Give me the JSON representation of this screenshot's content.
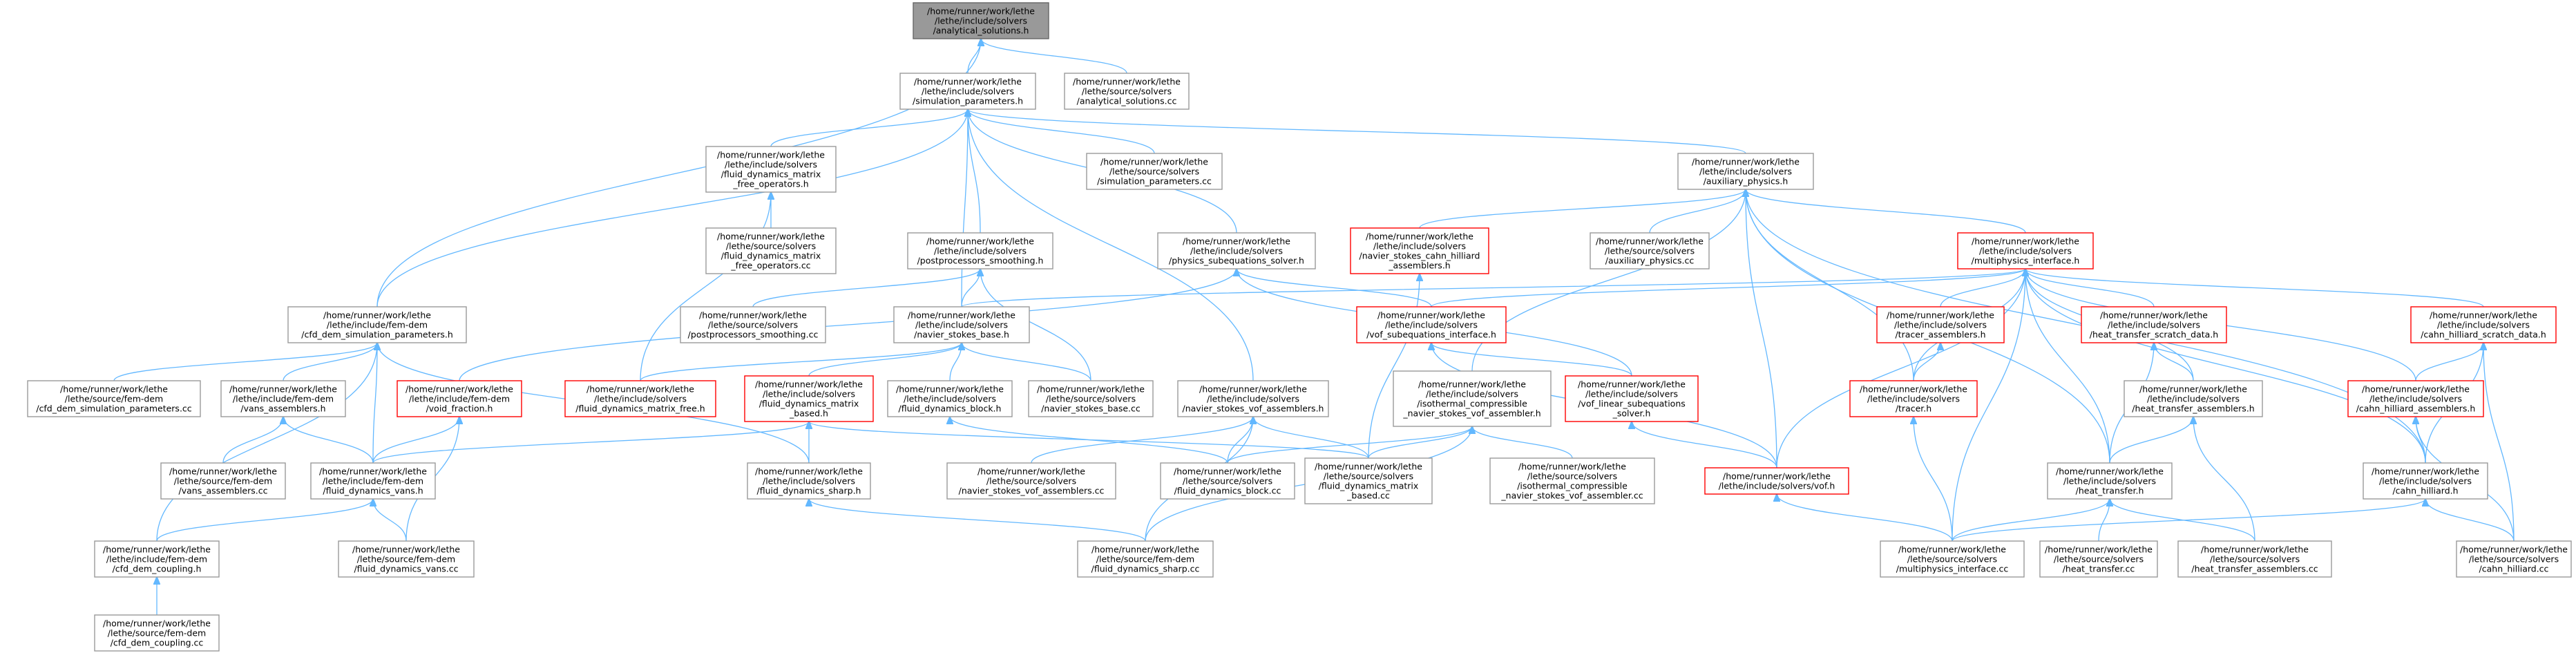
{
  "nodes": {
    "analytical_solutions_h": {
      "lines": [
        "/home/runner/work/lethe",
        "/lethe/include/solvers",
        "/analytical_solutions.h"
      ],
      "style": "root"
    },
    "simulation_parameters_h": {
      "lines": [
        "/home/runner/work/lethe",
        "/lethe/include/solvers",
        "/simulation_parameters.h"
      ],
      "style": "normal"
    },
    "analytical_solutions_cc": {
      "lines": [
        "/home/runner/work/lethe",
        "/lethe/source/solvers",
        "/analytical_solutions.cc"
      ],
      "style": "normal"
    },
    "fluid_dynamics_matrix_free_operators_h": {
      "lines": [
        "/home/runner/work/lethe",
        "/lethe/include/solvers",
        "/fluid_dynamics_matrix",
        "_free_operators.h"
      ],
      "style": "normal"
    },
    "simulation_parameters_cc": {
      "lines": [
        "/home/runner/work/lethe",
        "/lethe/source/solvers",
        "/simulation_parameters.cc"
      ],
      "style": "normal"
    },
    "auxiliary_physics_h": {
      "lines": [
        "/home/runner/work/lethe",
        "/lethe/include/solvers",
        "/auxiliary_physics.h"
      ],
      "style": "normal"
    },
    "fluid_dynamics_matrix_free_operators_cc": {
      "lines": [
        "/home/runner/work/lethe",
        "/lethe/source/solvers",
        "/fluid_dynamics_matrix",
        "_free_operators.cc"
      ],
      "style": "normal"
    },
    "postprocessors_smoothing_h": {
      "lines": [
        "/home/runner/work/lethe",
        "/lethe/include/solvers",
        "/postprocessors_smoothing.h"
      ],
      "style": "normal"
    },
    "physics_subequations_solver_h": {
      "lines": [
        "/home/runner/work/lethe",
        "/lethe/include/solvers",
        "/physics_subequations_solver.h"
      ],
      "style": "normal"
    },
    "navier_stokes_cahn_hilliard_assemblers_h": {
      "lines": [
        "/home/runner/work/lethe",
        "/lethe/include/solvers",
        "/navier_stokes_cahn_hilliard",
        "_assemblers.h"
      ],
      "style": "red"
    },
    "auxiliary_physics_cc": {
      "lines": [
        "/home/runner/work/lethe",
        "/lethe/source/solvers",
        "/auxiliary_physics.cc"
      ],
      "style": "normal"
    },
    "multiphysics_interface_h": {
      "lines": [
        "/home/runner/work/lethe",
        "/lethe/include/solvers",
        "/multiphysics_interface.h"
      ],
      "style": "red"
    },
    "cfd_dem_simulation_parameters_h": {
      "lines": [
        "/home/runner/work/lethe",
        "/lethe/include/fem-dem",
        "/cfd_dem_simulation_parameters.h"
      ],
      "style": "normal"
    },
    "postprocessors_smoothing_cc": {
      "lines": [
        "/home/runner/work/lethe",
        "/lethe/source/solvers",
        "/postprocessors_smoothing.cc"
      ],
      "style": "normal"
    },
    "navier_stokes_base_h": {
      "lines": [
        "/home/runner/work/lethe",
        "/lethe/include/solvers",
        "/navier_stokes_base.h"
      ],
      "style": "normal"
    },
    "vof_subequations_interface_h": {
      "lines": [
        "/home/runner/work/lethe",
        "/lethe/include/solvers",
        "/vof_subequations_interface.h"
      ],
      "style": "red"
    },
    "tracer_assemblers_h": {
      "lines": [
        "/home/runner/work/lethe",
        "/lethe/include/solvers",
        "/tracer_assemblers.h"
      ],
      "style": "red"
    },
    "heat_transfer_scratch_data_h": {
      "lines": [
        "/home/runner/work/lethe",
        "/lethe/include/solvers",
        "/heat_transfer_scratch_data.h"
      ],
      "style": "red"
    },
    "cahn_hilliard_scratch_data_h": {
      "lines": [
        "/home/runner/work/lethe",
        "/lethe/include/solvers",
        "/cahn_hilliard_scratch_data.h"
      ],
      "style": "red"
    },
    "cfd_dem_simulation_parameters_cc": {
      "lines": [
        "/home/runner/work/lethe",
        "/lethe/source/fem-dem",
        "/cfd_dem_simulation_parameters.cc"
      ],
      "style": "normal"
    },
    "vans_assemblers_h": {
      "lines": [
        "/home/runner/work/lethe",
        "/lethe/include/fem-dem",
        "/vans_assemblers.h"
      ],
      "style": "normal"
    },
    "void_fraction_h": {
      "lines": [
        "/home/runner/work/lethe",
        "/lethe/include/fem-dem",
        "/void_fraction.h"
      ],
      "style": "red"
    },
    "fluid_dynamics_matrix_free_h": {
      "lines": [
        "/home/runner/work/lethe",
        "/lethe/include/solvers",
        "/fluid_dynamics_matrix_free.h"
      ],
      "style": "red"
    },
    "fluid_dynamics_matrix_based_h": {
      "lines": [
        "/home/runner/work/lethe",
        "/lethe/include/solvers",
        "/fluid_dynamics_matrix",
        "_based.h"
      ],
      "style": "red"
    },
    "fluid_dynamics_block_h": {
      "lines": [
        "/home/runner/work/lethe",
        "/lethe/include/solvers",
        "/fluid_dynamics_block.h"
      ],
      "style": "normal"
    },
    "navier_stokes_base_cc": {
      "lines": [
        "/home/runner/work/lethe",
        "/lethe/source/solvers",
        "/navier_stokes_base.cc"
      ],
      "style": "normal"
    },
    "navier_stokes_vof_assemblers_h": {
      "lines": [
        "/home/runner/work/lethe",
        "/lethe/include/solvers",
        "/navier_stokes_vof_assemblers.h"
      ],
      "style": "normal"
    },
    "isothermal_compressible_navier_stokes_vof_assembler_h": {
      "lines": [
        "/home/runner/work/lethe",
        "/lethe/include/solvers",
        "/isothermal_compressible",
        "_navier_stokes_vof_assembler.h"
      ],
      "style": "normal"
    },
    "vof_linear_subequations_solver_h": {
      "lines": [
        "/home/runner/work/lethe",
        "/lethe/include/solvers",
        "/vof_linear_subequations",
        "_solver.h"
      ],
      "style": "red"
    },
    "tracer_h": {
      "lines": [
        "/home/runner/work/lethe",
        "/lethe/include/solvers",
        "/tracer.h"
      ],
      "style": "red"
    },
    "heat_transfer_assemblers_h": {
      "lines": [
        "/home/runner/work/lethe",
        "/lethe/include/solvers",
        "/heat_transfer_assemblers.h"
      ],
      "style": "normal"
    },
    "cahn_hilliard_assemblers_h": {
      "lines": [
        "/home/runner/work/lethe",
        "/lethe/include/solvers",
        "/cahn_hilliard_assemblers.h"
      ],
      "style": "red"
    },
    "vans_assemblers_cc": {
      "lines": [
        "/home/runner/work/lethe",
        "/lethe/source/fem-dem",
        "/vans_assemblers.cc"
      ],
      "style": "normal"
    },
    "fluid_dynamics_vans_h": {
      "lines": [
        "/home/runner/work/lethe",
        "/lethe/include/fem-dem",
        "/fluid_dynamics_vans.h"
      ],
      "style": "normal"
    },
    "fluid_dynamics_sharp_h": {
      "lines": [
        "/home/runner/work/lethe",
        "/lethe/include/solvers",
        "/fluid_dynamics_sharp.h"
      ],
      "style": "normal"
    },
    "navier_stokes_vof_assemblers_cc": {
      "lines": [
        "/home/runner/work/lethe",
        "/lethe/source/solvers",
        "/navier_stokes_vof_assemblers.cc"
      ],
      "style": "normal"
    },
    "fluid_dynamics_block_cc": {
      "lines": [
        "/home/runner/work/lethe",
        "/lethe/source/solvers",
        "/fluid_dynamics_block.cc"
      ],
      "style": "normal"
    },
    "fluid_dynamics_matrix_based_cc": {
      "lines": [
        "/home/runner/work/lethe",
        "/lethe/source/solvers",
        "/fluid_dynamics_matrix",
        "_based.cc"
      ],
      "style": "normal"
    },
    "isothermal_compressible_navier_stokes_vof_assembler_cc": {
      "lines": [
        "/home/runner/work/lethe",
        "/lethe/source/solvers",
        "/isothermal_compressible",
        "_navier_stokes_vof_assembler.cc"
      ],
      "style": "normal"
    },
    "vof_h": {
      "lines": [
        "/home/runner/work/lethe",
        "/lethe/include/solvers/vof.h"
      ],
      "style": "red"
    },
    "heat_transfer_h": {
      "lines": [
        "/home/runner/work/lethe",
        "/lethe/include/solvers",
        "/heat_transfer.h"
      ],
      "style": "normal"
    },
    "cahn_hilliard_h": {
      "lines": [
        "/home/runner/work/lethe",
        "/lethe/include/solvers",
        "/cahn_hilliard.h"
      ],
      "style": "normal"
    },
    "cfd_dem_coupling_h": {
      "lines": [
        "/home/runner/work/lethe",
        "/lethe/include/fem-dem",
        "/cfd_dem_coupling.h"
      ],
      "style": "normal"
    },
    "fluid_dynamics_vans_cc": {
      "lines": [
        "/home/runner/work/lethe",
        "/lethe/source/fem-dem",
        "/fluid_dynamics_vans.cc"
      ],
      "style": "normal"
    },
    "fluid_dynamics_sharp_cc": {
      "lines": [
        "/home/runner/work/lethe",
        "/lethe/source/fem-dem",
        "/fluid_dynamics_sharp.cc"
      ],
      "style": "normal"
    },
    "multiphysics_interface_cc": {
      "lines": [
        "/home/runner/work/lethe",
        "/lethe/source/solvers",
        "/multiphysics_interface.cc"
      ],
      "style": "normal"
    },
    "heat_transfer_cc": {
      "lines": [
        "/home/runner/work/lethe",
        "/lethe/source/solvers",
        "/heat_transfer.cc"
      ],
      "style": "normal"
    },
    "heat_transfer_assemblers_cc": {
      "lines": [
        "/home/runner/work/lethe",
        "/lethe/source/solvers",
        "/heat_transfer_assemblers.cc"
      ],
      "style": "normal"
    },
    "cahn_hilliard_cc": {
      "lines": [
        "/home/runner/work/lethe",
        "/lethe/source/solvers",
        "/cahn_hilliard.cc"
      ],
      "style": "normal"
    },
    "cfd_dem_coupling_cc": {
      "lines": [
        "/home/runner/work/lethe",
        "/lethe/source/fem-dem",
        "/cfd_dem_coupling.cc"
      ],
      "style": "normal"
    }
  },
  "edges": [
    [
      "simulation_parameters_h",
      "analytical_solutions_h"
    ],
    [
      "analytical_solutions_cc",
      "analytical_solutions_h"
    ],
    [
      "cfd_dem_simulation_parameters_h",
      "analytical_solutions_h"
    ],
    [
      "fluid_dynamics_matrix_free_operators_h",
      "simulation_parameters_h"
    ],
    [
      "simulation_parameters_cc",
      "simulation_parameters_h"
    ],
    [
      "auxiliary_physics_h",
      "simulation_parameters_h"
    ],
    [
      "postprocessors_smoothing_h",
      "simulation_parameters_h"
    ],
    [
      "physics_subequations_solver_h",
      "simulation_parameters_h"
    ],
    [
      "cfd_dem_simulation_parameters_h",
      "simulation_parameters_h"
    ],
    [
      "navier_stokes_base_h",
      "simulation_parameters_h"
    ],
    [
      "navier_stokes_vof_assemblers_h",
      "simulation_parameters_h"
    ],
    [
      "fluid_dynamics_matrix_free_operators_cc",
      "fluid_dynamics_matrix_free_operators_h"
    ],
    [
      "fluid_dynamics_matrix_free_h",
      "fluid_dynamics_matrix_free_operators_h"
    ],
    [
      "navier_stokes_cahn_hilliard_assemblers_h",
      "auxiliary_physics_h"
    ],
    [
      "auxiliary_physics_cc",
      "auxiliary_physics_h"
    ],
    [
      "multiphysics_interface_h",
      "auxiliary_physics_h"
    ],
    [
      "isothermal_compressible_navier_stokes_vof_assembler_h",
      "auxiliary_physics_h"
    ],
    [
      "tracer_h",
      "auxiliary_physics_h"
    ],
    [
      "vof_h",
      "auxiliary_physics_h"
    ],
    [
      "heat_transfer_h",
      "auxiliary_physics_h"
    ],
    [
      "cahn_hilliard_h",
      "auxiliary_physics_h"
    ],
    [
      "postprocessors_smoothing_cc",
      "postprocessors_smoothing_h"
    ],
    [
      "navier_stokes_base_h",
      "postprocessors_smoothing_h"
    ],
    [
      "navier_stokes_base_cc",
      "postprocessors_smoothing_h"
    ],
    [
      "vof_subequations_interface_h",
      "physics_subequations_solver_h"
    ],
    [
      "vof_linear_subequations_solver_h",
      "physics_subequations_solver_h"
    ],
    [
      "void_fraction_h",
      "physics_subequations_solver_h"
    ],
    [
      "fluid_dynamics_matrix_based_cc",
      "navier_stokes_cahn_hilliard_assemblers_h"
    ],
    [
      "navier_stokes_base_h",
      "multiphysics_interface_h"
    ],
    [
      "vof_subequations_interface_h",
      "multiphysics_interface_h"
    ],
    [
      "tracer_assemblers_h",
      "multiphysics_interface_h"
    ],
    [
      "heat_transfer_scratch_data_h",
      "multiphysics_interface_h"
    ],
    [
      "cahn_hilliard_scratch_data_h",
      "multiphysics_interface_h"
    ],
    [
      "tracer_h",
      "multiphysics_interface_h"
    ],
    [
      "vof_h",
      "multiphysics_interface_h"
    ],
    [
      "heat_transfer_assemblers_h",
      "multiphysics_interface_h"
    ],
    [
      "cahn_hilliard_assemblers_h",
      "multiphysics_interface_h"
    ],
    [
      "heat_transfer_h",
      "multiphysics_interface_h"
    ],
    [
      "cahn_hilliard_h",
      "multiphysics_interface_h"
    ],
    [
      "multiphysics_interface_cc",
      "multiphysics_interface_h"
    ],
    [
      "cfd_dem_simulation_parameters_cc",
      "cfd_dem_simulation_parameters_h"
    ],
    [
      "vans_assemblers_h",
      "cfd_dem_simulation_parameters_h"
    ],
    [
      "fluid_dynamics_vans_h",
      "cfd_dem_simulation_parameters_h"
    ],
    [
      "fluid_dynamics_sharp_h",
      "cfd_dem_simulation_parameters_h"
    ],
    [
      "cfd_dem_coupling_h",
      "cfd_dem_simulation_parameters_h"
    ],
    [
      "fluid_dynamics_matrix_free_h",
      "navier_stokes_base_h"
    ],
    [
      "fluid_dynamics_matrix_based_h",
      "navier_stokes_base_h"
    ],
    [
      "fluid_dynamics_block_h",
      "navier_stokes_base_h"
    ],
    [
      "navier_stokes_base_cc",
      "navier_stokes_base_h"
    ],
    [
      "vof_linear_subequations_solver_h",
      "vof_subequations_interface_h"
    ],
    [
      "vof_h",
      "vof_subequations_interface_h"
    ],
    [
      "tracer_h",
      "tracer_assemblers_h"
    ],
    [
      "heat_transfer_h",
      "heat_transfer_scratch_data_h"
    ],
    [
      "heat_transfer_assemblers_h",
      "heat_transfer_scratch_data_h"
    ],
    [
      "cahn_hilliard_assemblers_h",
      "cahn_hilliard_scratch_data_h"
    ],
    [
      "cahn_hilliard_h",
      "cahn_hilliard_scratch_data_h"
    ],
    [
      "cahn_hilliard_cc",
      "cahn_hilliard_scratch_data_h"
    ],
    [
      "vans_assemblers_cc",
      "vans_assemblers_h"
    ],
    [
      "fluid_dynamics_vans_h",
      "vans_assemblers_h"
    ],
    [
      "fluid_dynamics_vans_h",
      "void_fraction_h"
    ],
    [
      "fluid_dynamics_vans_cc",
      "void_fraction_h"
    ],
    [
      "fluid_dynamics_vans_h",
      "fluid_dynamics_matrix_based_h"
    ],
    [
      "fluid_dynamics_sharp_h",
      "fluid_dynamics_matrix_based_h"
    ],
    [
      "fluid_dynamics_matrix_based_cc",
      "fluid_dynamics_matrix_based_h"
    ],
    [
      "fluid_dynamics_block_cc",
      "fluid_dynamics_block_h"
    ],
    [
      "navier_stokes_vof_assemblers_cc",
      "navier_stokes_vof_assemblers_h"
    ],
    [
      "fluid_dynamics_block_cc",
      "navier_stokes_vof_assemblers_h"
    ],
    [
      "fluid_dynamics_matrix_based_cc",
      "navier_stokes_vof_assemblers_h"
    ],
    [
      "fluid_dynamics_sharp_cc",
      "navier_stokes_vof_assemblers_h"
    ],
    [
      "isothermal_compressible_navier_stokes_vof_assembler_cc",
      "isothermal_compressible_navier_stokes_vof_assembler_h"
    ],
    [
      "fluid_dynamics_block_cc",
      "isothermal_compressible_navier_stokes_vof_assembler_h"
    ],
    [
      "fluid_dynamics_matrix_based_cc",
      "isothermal_compressible_navier_stokes_vof_assembler_h"
    ],
    [
      "fluid_dynamics_sharp_cc",
      "isothermal_compressible_navier_stokes_vof_assembler_h"
    ],
    [
      "vof_h",
      "vof_linear_subequations_solver_h"
    ],
    [
      "multiphysics_interface_cc",
      "tracer_h"
    ],
    [
      "heat_transfer_h",
      "heat_transfer_assemblers_h"
    ],
    [
      "heat_transfer_assemblers_cc",
      "heat_transfer_assemblers_h"
    ],
    [
      "cahn_hilliard_h",
      "cahn_hilliard_assemblers_h"
    ],
    [
      "cahn_hilliard_cc",
      "cahn_hilliard_assemblers_h"
    ],
    [
      "fluid_dynamics_vans_cc",
      "fluid_dynamics_vans_h"
    ],
    [
      "cfd_dem_coupling_h",
      "fluid_dynamics_vans_h"
    ],
    [
      "fluid_dynamics_sharp_cc",
      "fluid_dynamics_sharp_h"
    ],
    [
      "multiphysics_interface_cc",
      "vof_h"
    ],
    [
      "multiphysics_interface_cc",
      "heat_transfer_h"
    ],
    [
      "heat_transfer_cc",
      "heat_transfer_h"
    ],
    [
      "heat_transfer_assemblers_cc",
      "heat_transfer_h"
    ],
    [
      "multiphysics_interface_cc",
      "cahn_hilliard_h"
    ],
    [
      "cahn_hilliard_cc",
      "cahn_hilliard_h"
    ],
    [
      "cfd_dem_coupling_cc",
      "cfd_dem_coupling_h"
    ]
  ],
  "colors": {
    "edge": "#63b8ff",
    "node_border": "#999999",
    "highlight_border": "#ff0000",
    "root_fill": "#999999"
  }
}
